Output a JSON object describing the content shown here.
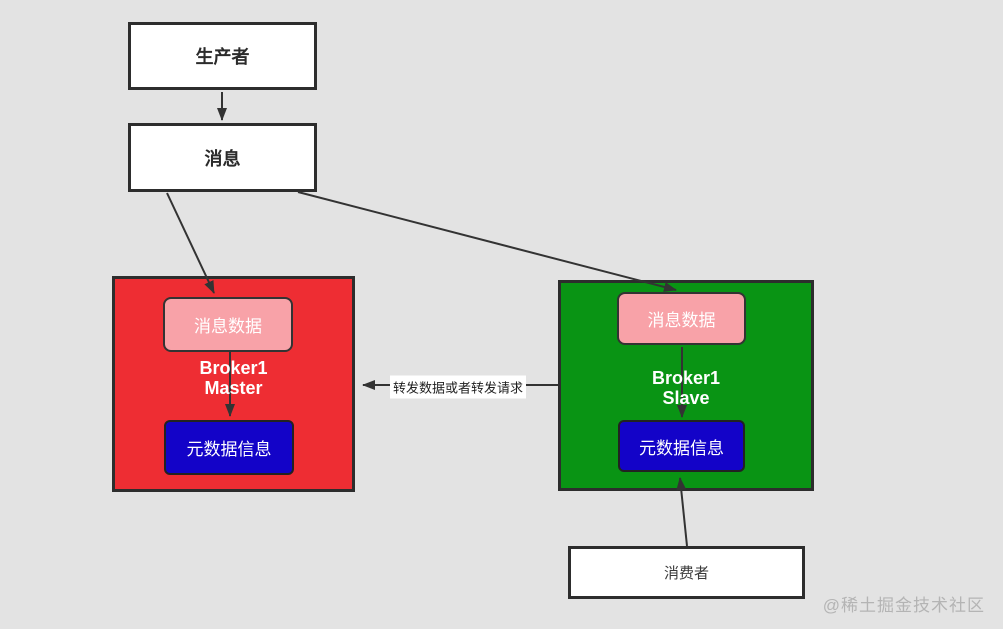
{
  "nodes": {
    "producer": {
      "label": "生产者"
    },
    "message": {
      "label": "消息"
    },
    "master": {
      "name_line1": "Broker1",
      "name_line2": "Master",
      "message_data": "消息数据",
      "metadata": "元数据信息"
    },
    "slave": {
      "name_line1": "Broker1",
      "name_line2": "Slave",
      "message_data": "消息数据",
      "metadata": "元数据信息"
    },
    "consumer": {
      "label": "消费者"
    }
  },
  "edges": {
    "forward_label": "转发数据或者转发请求"
  },
  "watermark": "@稀土掘金技术社区",
  "colors": {
    "background": "#e3e3e3",
    "master_red": "#ee2d33",
    "slave_green": "#099414",
    "message_data_pink": "#f8a2a8",
    "metadata_blue": "#1303c8",
    "border_dark": "#2d2d2d",
    "arrow": "#333333",
    "watermark_gray": "#b4b4b4"
  }
}
